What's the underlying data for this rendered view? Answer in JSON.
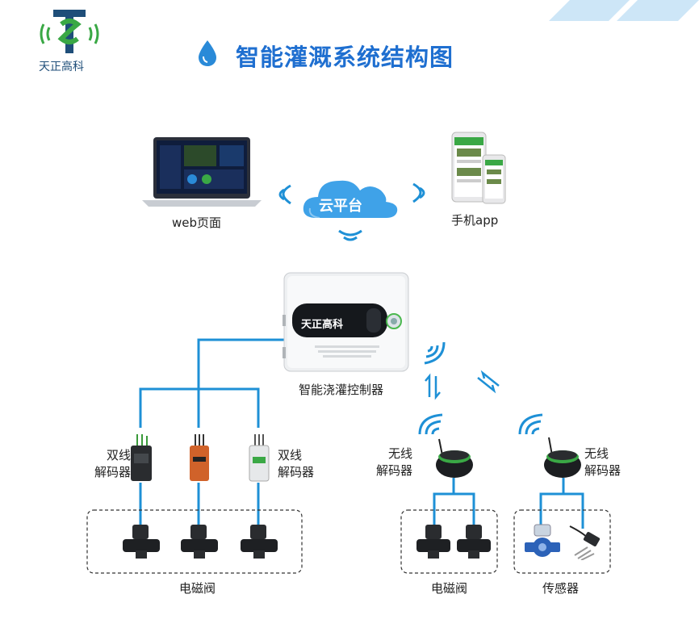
{
  "header": {
    "logo_text": "天正高科",
    "title": "智能灌溉系统结构图"
  },
  "top": {
    "web_label": "web页面",
    "cloud_label": "云平台",
    "app_label": "手机app"
  },
  "controller": {
    "label": "智能浇灌控制器",
    "brand": "天正高科"
  },
  "wired": {
    "decoder_line1": "双线",
    "decoder_line2": "解码器",
    "valves_label": "电磁阀"
  },
  "wireless": {
    "decoder_line1": "无线",
    "decoder_line2": "解码器",
    "valves_label": "电磁阀",
    "sensors_label": "传感器"
  },
  "colors": {
    "link_blue": "#1e90d6",
    "title_blue": "#1f6fd0",
    "accent_green": "#3aa845"
  }
}
